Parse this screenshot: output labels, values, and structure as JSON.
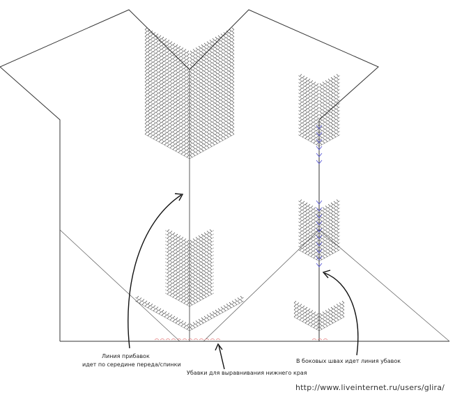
{
  "labels": {
    "increase_line_1": "Линия прибавок",
    "increase_line_2": "идет по середине переда/спинки",
    "decrease_hem": "Убавки для выравнивания нижнего края",
    "side_seams": "В боковых швах идет линия убавок",
    "watermark": "http://www.liveinternet.ru/users/glira/"
  },
  "colors": {
    "outline": "#333333",
    "stitch": "#222222",
    "side_marks": "#5b5bd6",
    "hem_marks": "#e07a7a"
  }
}
